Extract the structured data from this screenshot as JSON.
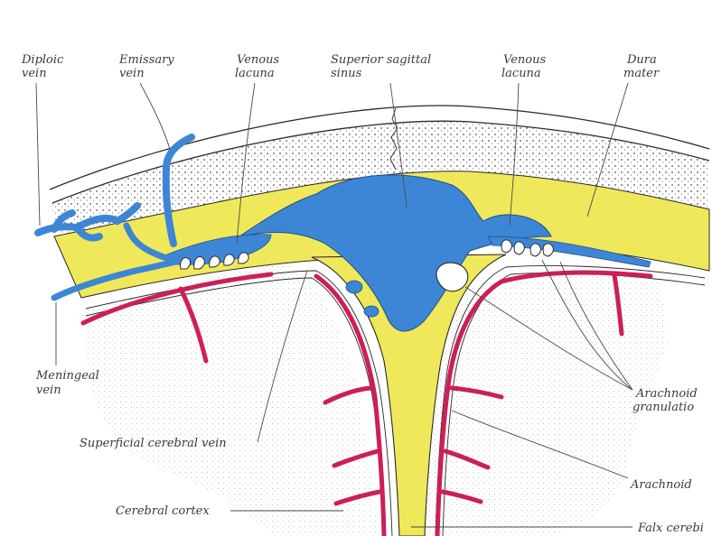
{
  "colors": {
    "vein": "#3d86d6",
    "dura": "#efe85a",
    "artery": "#cc1f5a",
    "bone": "#d8d8d8",
    "outline": "#2a2a2a",
    "text": "#3a3a3a"
  },
  "labels": {
    "diploic_vein": [
      "Diploic",
      "vein"
    ],
    "emissary_vein": [
      "Emissary",
      "vein"
    ],
    "venous_lacuna_left": [
      "Venous",
      "lacuna"
    ],
    "superior_sagittal_sinus": [
      "Superior sagittal",
      "sinus"
    ],
    "venous_lacuna_right": [
      "Venous",
      "lacuna"
    ],
    "dura_mater": [
      "Dura",
      "mater"
    ],
    "meningeal_vein": [
      "Meningeal",
      "vein"
    ],
    "arachnoid_granulation": [
      "Arachnoid",
      "granulatio"
    ],
    "superficial_cerebral_vein": "Superficial cerebral vein",
    "arachnoid": "Arachnoid",
    "cerebral_cortex": "Cerebral cortex",
    "falx_cerebri": "Falx cerebi"
  }
}
